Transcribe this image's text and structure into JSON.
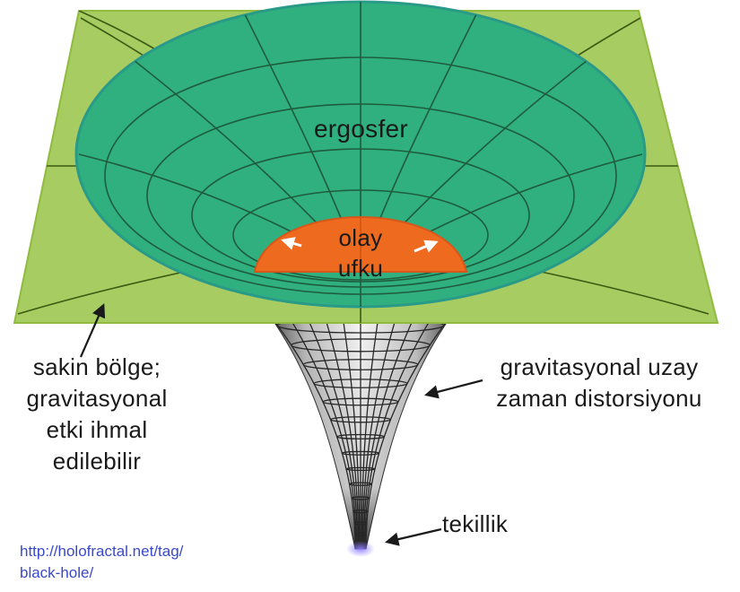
{
  "labels": {
    "ergosphere": "ergosfer",
    "event_horizon_line1": "olay",
    "event_horizon_line2": "ufku",
    "quiet_zone_line1": "sakin bölge;",
    "quiet_zone_line2": "gravitasyonal",
    "quiet_zone_line3": "etki ihmal",
    "quiet_zone_line4": "edilebilir",
    "distortion_line1": "gravitasyonal uzay",
    "distortion_line2": "zaman distorsiyonu",
    "singularity": "tekillik"
  },
  "source": {
    "line1": "http://holofractal.net/tag/",
    "line2": "black-hole/"
  },
  "colors": {
    "plane": "#a6cc62",
    "plane_edge": "#8fbb3e",
    "ergosphere": "#2fb07e",
    "ergosphere_edge": "#2a9a88",
    "horizon": "#ee6a1e",
    "funnel_dark": "#2b2b2b",
    "funnel_light": "#f1f1f1",
    "link": "#3a49c8"
  }
}
